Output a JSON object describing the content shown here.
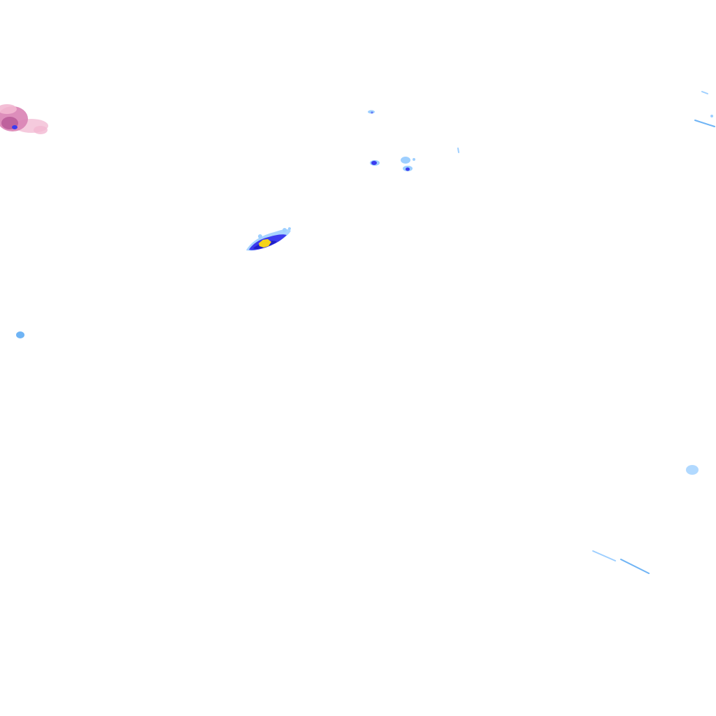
{
  "map": {
    "type": "precipitation-radar-overlay",
    "background_color": "#ffffff"
  },
  "legend_colors": {
    "light_rain": "#9ecfff",
    "light_rain_dense": "#6fb4f5",
    "moderate_rain": "#3b3bef",
    "moderate_rain_dark": "#2020c8",
    "heavy_rain": "#f5d31a",
    "mixed_precip_light": "#f2b8d2",
    "mixed_precip": "#d982b4",
    "mixed_precip_dark": "#b85a98"
  },
  "echoes": [
    {
      "name": "mixed-precip-cell-northwest",
      "category": "mixed",
      "intensity": "moderate"
    },
    {
      "name": "rain-cell-central-band",
      "category": "rain",
      "intensity": "heavy"
    },
    {
      "name": "rain-cell-north-center-a",
      "category": "rain",
      "intensity": "moderate"
    },
    {
      "name": "rain-cell-north-center-b",
      "category": "rain",
      "intensity": "moderate"
    },
    {
      "name": "rain-speck-north-center",
      "category": "rain",
      "intensity": "light"
    },
    {
      "name": "rain-streak-northeast",
      "category": "rain",
      "intensity": "light"
    },
    {
      "name": "rain-speck-west",
      "category": "rain",
      "intensity": "light"
    },
    {
      "name": "rain-speck-east",
      "category": "rain",
      "intensity": "light"
    },
    {
      "name": "rain-streak-southeast",
      "category": "rain",
      "intensity": "light"
    }
  ]
}
